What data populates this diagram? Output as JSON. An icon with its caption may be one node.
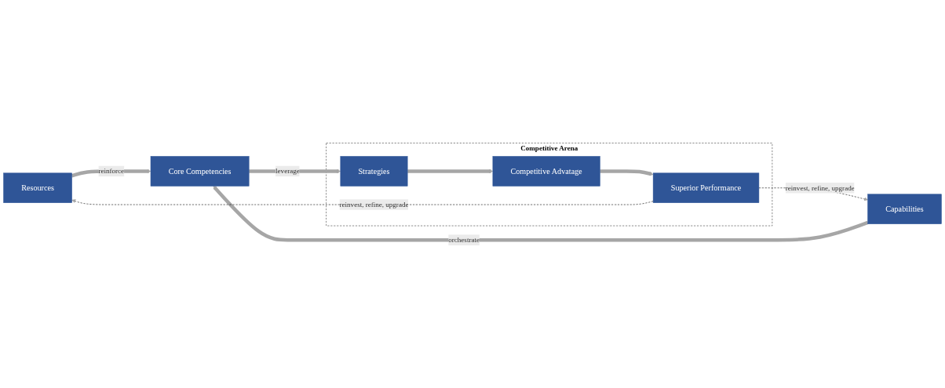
{
  "diagram": {
    "nodes": [
      {
        "text": [
          "Resources"
        ]
      },
      {
        "text": [
          "Core Competencies"
        ]
      },
      {
        "text": [
          "Capabilities"
        ]
      },
      {
        "text": [
          "Competitive Arena"
        ]
      },
      {
        "text": [
          "Strategies"
        ],
        "in": 3
      },
      {
        "text": [
          "Competitive Advatage"
        ],
        "in": 3
      },
      {
        "text": [
          "Superior Performance"
        ],
        "in": 3
      }
    ],
    "edges": [
      {
        "from": 0,
        "to": 1,
        "arrow": "to",
        "label": "reinforce"
      },
      {
        "from": 2,
        "to": 1,
        "arrow": "to",
        "label": "orchestrate"
      },
      {
        "from": 1,
        "to": 4,
        "arrow": "to",
        "label": "leverage"
      },
      {
        "from": 4,
        "to": 5,
        "arrow": "to"
      },
      {
        "from": 5,
        "to": 6,
        "arrow": "to"
      },
      {
        "from": 6,
        "to": 0,
        "arrow": "to",
        "label": "reinvest, refine, upgrade",
        "style": "dashed",
        "color": "#000000"
      },
      {
        "from": 6,
        "to": 2,
        "arrow": "to",
        "label": "reinvest, refine, upgrade",
        "style": "dashed",
        "color": "#000000"
      }
    ]
  }
}
